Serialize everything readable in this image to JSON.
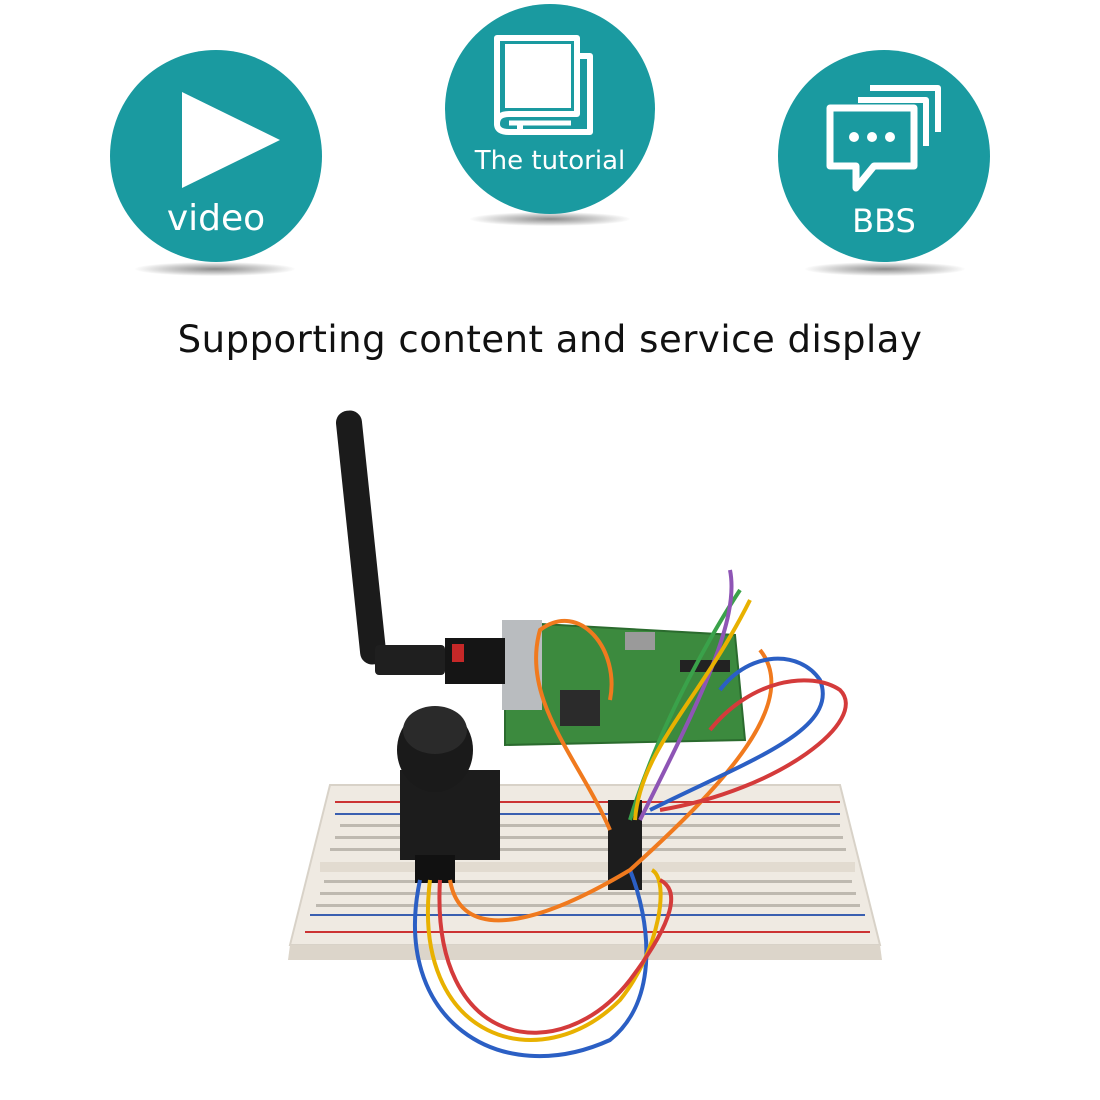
{
  "badges": {
    "video": {
      "label": "video",
      "icon": "play-icon"
    },
    "tutorial": {
      "label": "The tutorial",
      "icon": "book-icon"
    },
    "bbs": {
      "label": "BBS",
      "icon": "chat-bubbles-icon"
    }
  },
  "heading": "Supporting content and service display",
  "colors": {
    "badge": "#1a9aa0",
    "text": "#111111"
  }
}
